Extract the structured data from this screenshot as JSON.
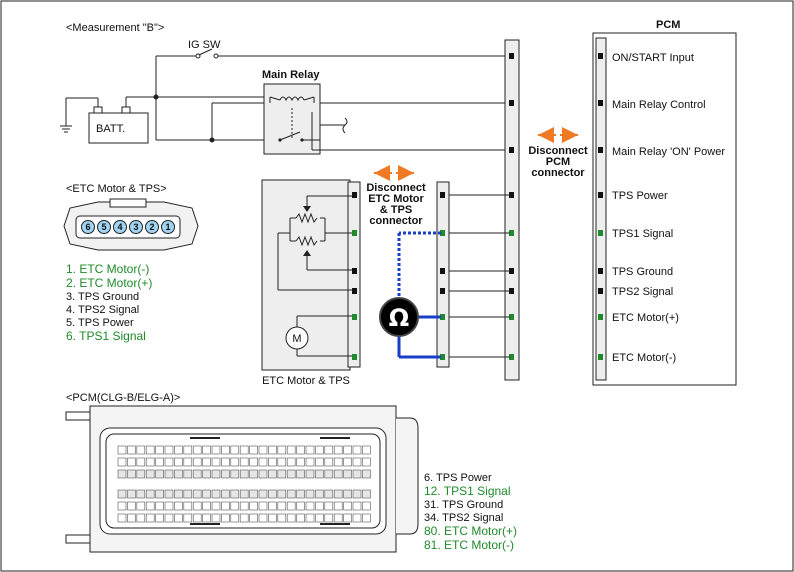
{
  "measurement_title": "<Measurement \"B\">",
  "ig_sw": "IG SW",
  "main_relay": "Main Relay",
  "batt": "BATT.",
  "pcm_title": "PCM",
  "pcm_pins": [
    {
      "label": "ON/START Input",
      "color": "#111111"
    },
    {
      "label": "Main Relay Control",
      "color": "#111111"
    },
    {
      "label": "Main Relay 'ON' Power",
      "color": "#111111"
    },
    {
      "label": "TPS Power",
      "color": "#111111"
    },
    {
      "label": "TPS1 Signal",
      "color": "#1f8a2b"
    },
    {
      "label": "TPS Ground",
      "color": "#111111"
    },
    {
      "label": "TPS2 Signal",
      "color": "#111111"
    },
    {
      "label": "ETC Motor(+)",
      "color": "#1f8a2b"
    },
    {
      "label": "ETC Motor(-)",
      "color": "#1f8a2b"
    }
  ],
  "disconnect_pcm": [
    "Disconnect",
    "PCM",
    "connector"
  ],
  "disconnect_etc": [
    "Disconnect",
    "ETC Motor",
    "& TPS",
    "connector"
  ],
  "etc_title": "<ETC Motor & TPS>",
  "etc_pin_numbers": [
    "6",
    "5",
    "4",
    "3",
    "2",
    "1"
  ],
  "etc_legend": [
    {
      "text": "1. ETC Motor(-)",
      "color": "#1f8a2b"
    },
    {
      "text": "2. ETC Motor(+)",
      "color": "#1f8a2b"
    },
    {
      "text": "3. TPS Ground",
      "color": "#111111"
    },
    {
      "text": "4. TPS2 Signal",
      "color": "#111111"
    },
    {
      "text": "5. TPS Power",
      "color": "#111111"
    },
    {
      "text": "6. TPS1 Signal",
      "color": "#1f8a2b"
    }
  ],
  "etc_component_label": "ETC Motor & TPS",
  "motor_symbol": "M",
  "ohm_symbol": "Ω",
  "pcm_connector_title": "<PCM(CLG-B/ELG-A)>",
  "pcm_legend": [
    {
      "text": "6. TPS Power",
      "color": "#111111"
    },
    {
      "text": "12. TPS1 Signal",
      "color": "#1f8a2b"
    },
    {
      "text": "31. TPS Ground",
      "color": "#111111"
    },
    {
      "text": "34. TPS2 Signal",
      "color": "#111111"
    },
    {
      "text": "80. ETC Motor(+)",
      "color": "#1f8a2b"
    },
    {
      "text": "81. ETC Motor(-)",
      "color": "#1f8a2b"
    }
  ],
  "colors": {
    "arrow": "#f07a24",
    "probe_wire": "#1a3fc7",
    "signal_green": "#1f8a2b",
    "panel_fill": "#eeeeee"
  }
}
